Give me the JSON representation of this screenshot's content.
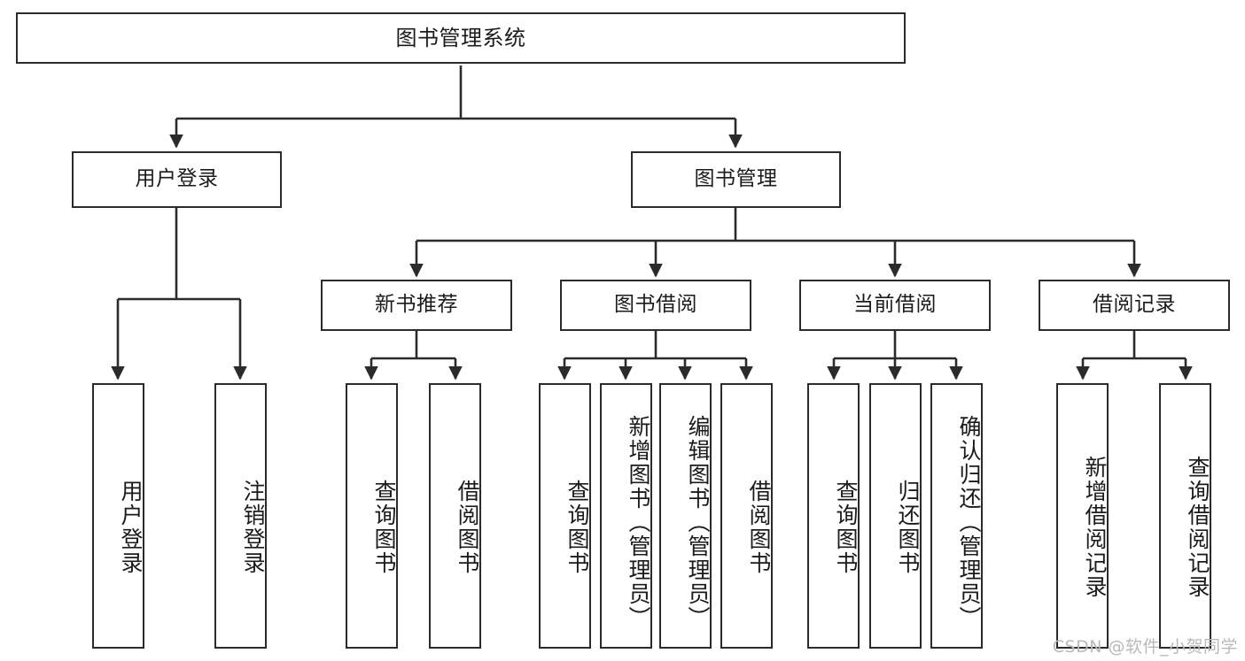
{
  "diagram": {
    "title": "图书管理系统",
    "type": "tree-hierarchy-diagram",
    "watermark": "CSDN @软件_小贺同学",
    "colors": {
      "stroke": "#2b2b2b",
      "fill": "#ffffff",
      "text": "#1b1b1b",
      "watermark": "#b9b9b9"
    },
    "levels": {
      "root": {
        "label": "图书管理系统"
      },
      "level2": [
        {
          "label": "用户登录"
        },
        {
          "label": "图书管理"
        }
      ],
      "level3": [
        {
          "label": "新书推荐"
        },
        {
          "label": "图书借阅"
        },
        {
          "label": "当前借阅"
        },
        {
          "label": "借阅记录"
        }
      ],
      "leaves": {
        "user_login": [
          {
            "label": "用户登录"
          },
          {
            "label": "注销登录"
          }
        ],
        "new_book_recommend": [
          {
            "label": "查询图书"
          },
          {
            "label": "借阅图书"
          }
        ],
        "book_borrow": [
          {
            "label": "查询图书"
          },
          {
            "label": "新增图书（管理员）"
          },
          {
            "label": "编辑图书（管理员）"
          },
          {
            "label": "借阅图书"
          }
        ],
        "current_borrow": [
          {
            "label": "查询图书"
          },
          {
            "label": "归还图书"
          },
          {
            "label": "确认归还（管理员）"
          }
        ],
        "borrow_record": [
          {
            "label": "新增借阅记录"
          },
          {
            "label": "查询借阅记录"
          }
        ]
      }
    }
  }
}
